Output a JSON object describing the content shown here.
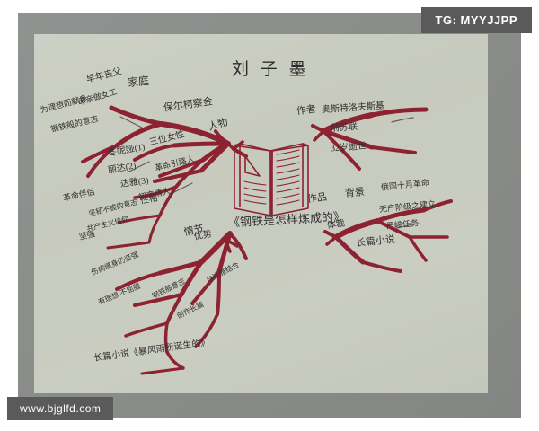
{
  "image": {
    "kind": "photograph-of-handwritten-mind-map",
    "subject": "Hand-drawn Chinese mind map about the novel 《钢铁是怎样炼成的》",
    "paper_color": "#c9ccc0",
    "table_color": "#8b8d8a",
    "ink_red": "#8d2230",
    "ink_black": "#2c2c2c"
  },
  "watermarks": {
    "top_right": "TG: MYYJJPP",
    "bottom_left": "www.bjglfd.com"
  },
  "mindmap": {
    "title": "刘 子 墨",
    "center_caption": "《钢铁是怎样炼成的》",
    "center_icon": "open-book-drawing",
    "branches": [
      {
        "id": "renwu",
        "label": "人物",
        "side": "left",
        "children": [
          {
            "label": "保尔柯察金",
            "children": [
              {
                "label": "家庭"
              },
              {
                "label": "早年丧父"
              },
              {
                "label": "母亲做女工"
              },
              {
                "label": "为理想而献身"
              },
              {
                "label": "钢铁般的意志"
              }
            ]
          },
          {
            "label": "三位女性",
            "children": [
              {
                "label": "冬妮娅(1)"
              },
              {
                "label": "丽达(2)"
              },
              {
                "label": "达雅(3)"
              },
              {
                "label": "初恋情人"
              },
              {
                "label": "革命引路人"
              },
              {
                "label": "革命伴侣"
              }
            ]
          }
        ]
      },
      {
        "id": "qingjie",
        "label": "情节",
        "side": "left",
        "children": [
          {
            "label": "性格"
          },
          {
            "label": "优势"
          },
          {
            "label": "坚韧不拔的意志"
          },
          {
            "label": "坚强"
          },
          {
            "label": "共产主义信仰"
          },
          {
            "label": "伤病缠身仍坚强"
          },
          {
            "label": "有理想 不屈服"
          },
          {
            "label": "钢铁般意志"
          },
          {
            "label": "与达雅结合"
          },
          {
            "label": "创作长篇"
          },
          {
            "label": "长篇小说《暴风雨所诞生的》"
          }
        ]
      },
      {
        "id": "zuozhe",
        "label": "作者",
        "side": "right",
        "children": [
          {
            "label": "奥斯特洛夫斯基"
          },
          {
            "label": "前苏联"
          },
          {
            "label": "32岁逝世"
          }
        ]
      },
      {
        "id": "zuopin",
        "label": "作品",
        "side": "right",
        "children": [
          {
            "label": "背景",
            "children": [
              {
                "label": "俄国十月革命"
              },
              {
                "label": "无产阶级之建立"
              },
              {
                "label": "严峻任务"
              }
            ]
          },
          {
            "label": "体裁",
            "children": [
              {
                "label": "长篇小说"
              }
            ]
          }
        ]
      }
    ]
  }
}
